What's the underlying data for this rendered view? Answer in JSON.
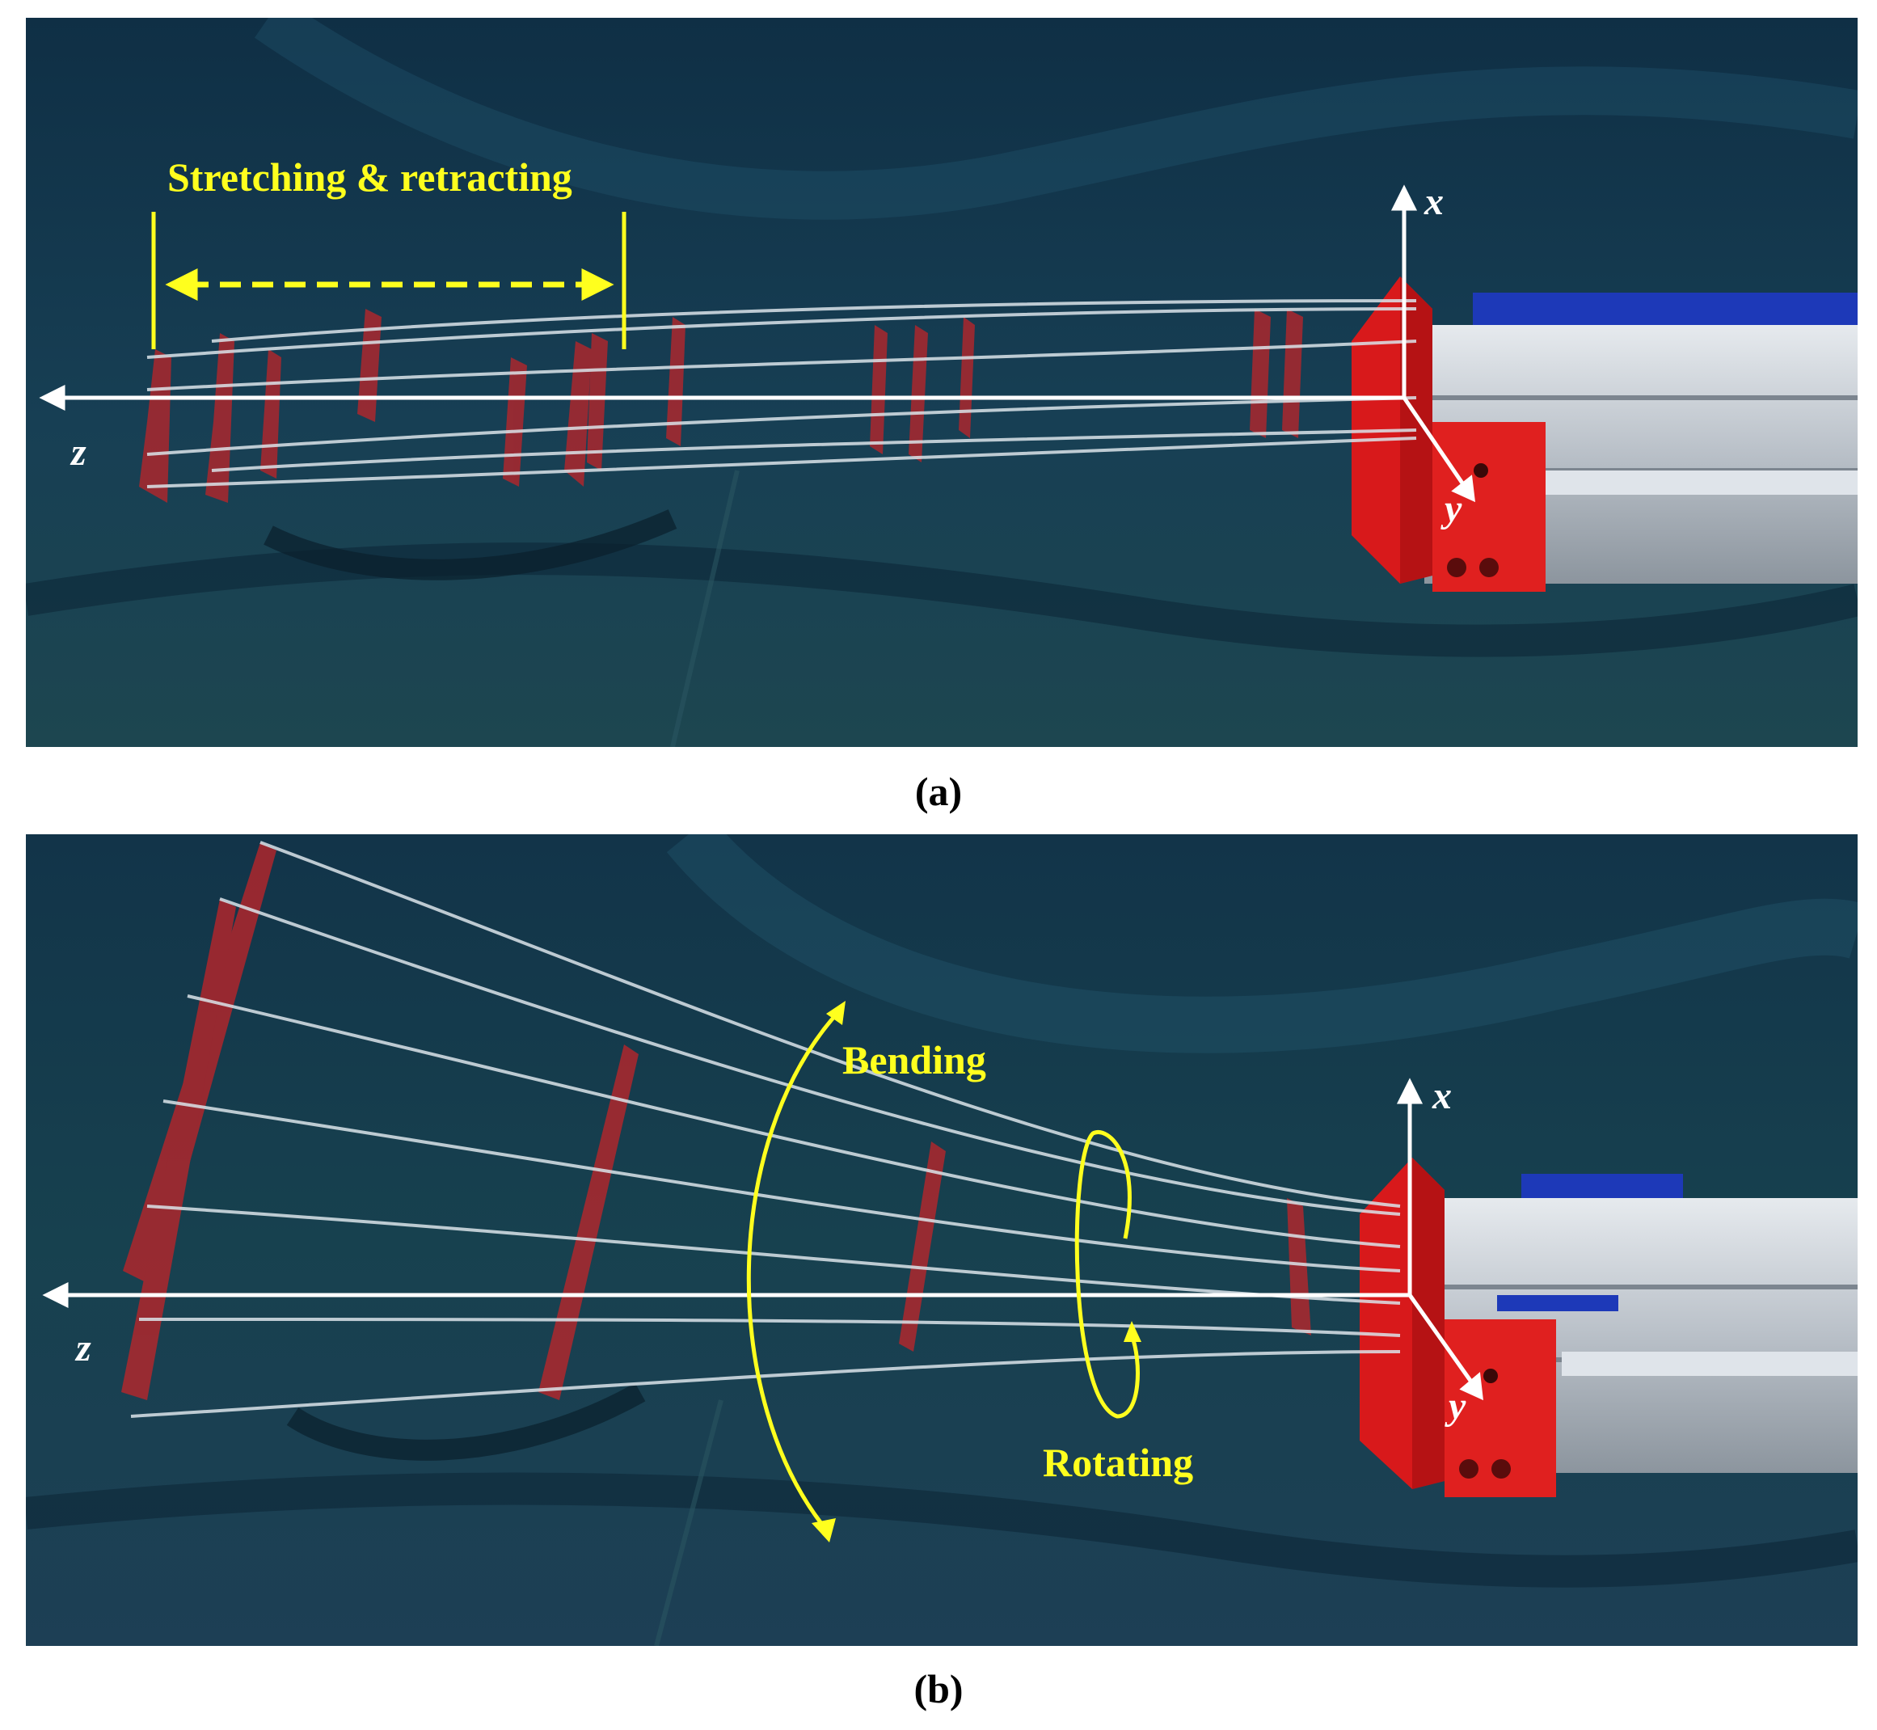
{
  "panel_a": {
    "caption": "(a)",
    "annotation": "Stretching & retracting",
    "axes": {
      "x": "x",
      "y": "y",
      "z": "z"
    }
  },
  "panel_b": {
    "caption": "(b)",
    "annotation_bending": "Bending",
    "annotation_rotating": "Rotating",
    "axes": {
      "x": "x",
      "y": "y",
      "z": "z"
    }
  },
  "colors": {
    "annotation": "#ffff1e",
    "axis": "#ffffff",
    "backdrop": "#163c4e",
    "robot_red": "#e8201e",
    "rail": "#c9ced4"
  }
}
